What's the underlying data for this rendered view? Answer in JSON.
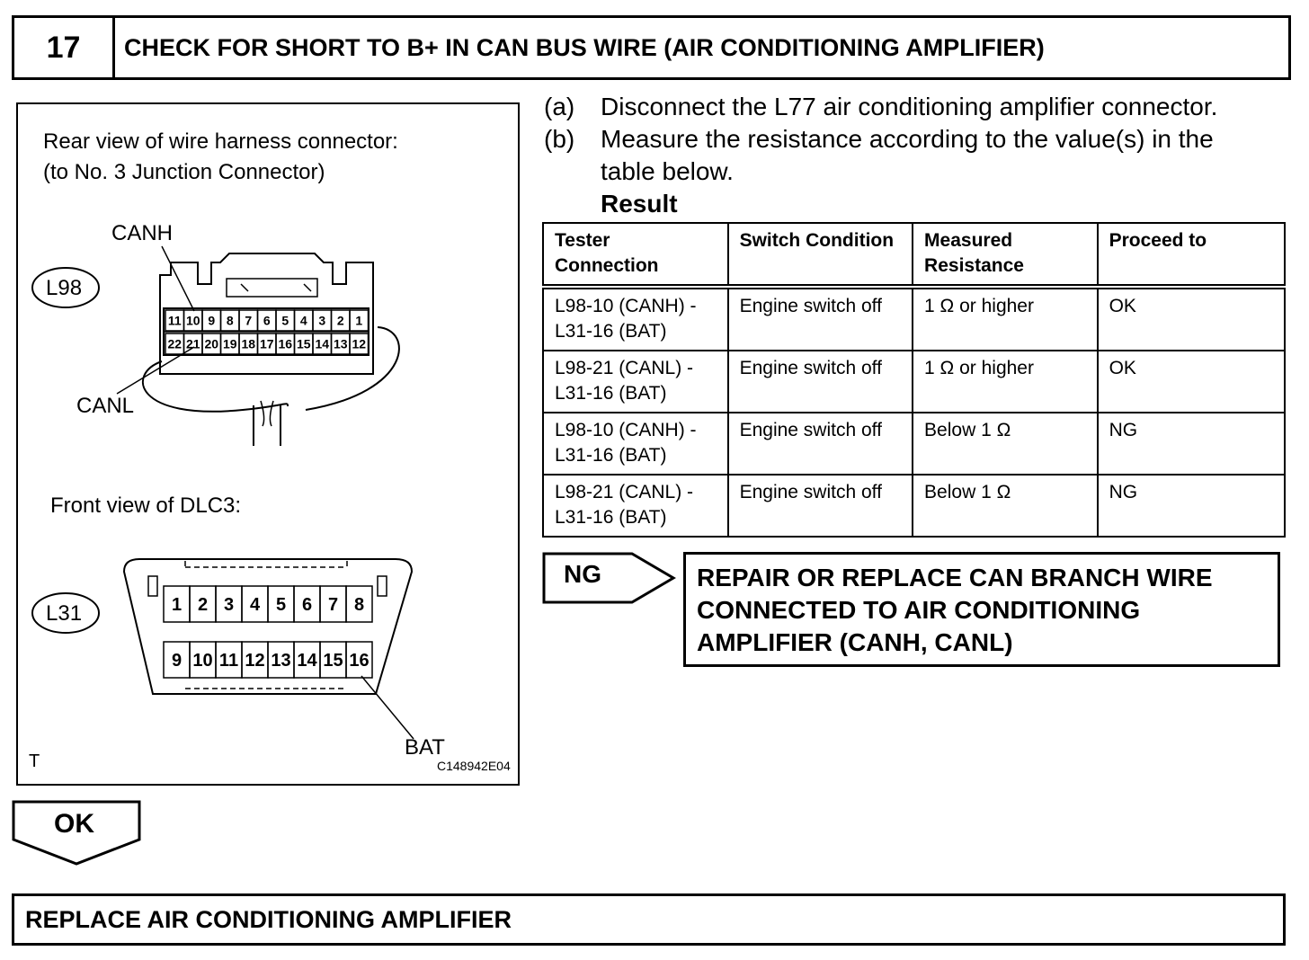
{
  "step": {
    "number": "17",
    "title": "CHECK FOR SHORT TO B+ IN CAN BUS WIRE (AIR CONDITIONING AMPLIFIER)"
  },
  "figure": {
    "harness_caption_line1": "Rear view of wire harness connector:",
    "harness_caption_line2": "(to No. 3 Junction Connector)",
    "harness_connector_id": "L98",
    "canh_label": "CANH",
    "canl_label": "CANL",
    "harness_pins_top": [
      "11",
      "10",
      "9",
      "8",
      "7",
      "6",
      "5",
      "4",
      "3",
      "2",
      "1"
    ],
    "harness_pins_bottom": [
      "22",
      "21",
      "20",
      "19",
      "18",
      "17",
      "16",
      "15",
      "14",
      "13",
      "12"
    ],
    "dlc_caption": "Front view of DLC3:",
    "dlc_connector_id": "L31",
    "dlc_pins_top": [
      "1",
      "2",
      "3",
      "4",
      "5",
      "6",
      "7",
      "8"
    ],
    "dlc_pins_bottom": [
      "9",
      "10",
      "11",
      "12",
      "13",
      "14",
      "15",
      "16"
    ],
    "bat_label": "BAT",
    "corner_mark": "T",
    "figure_code": "C148942E04"
  },
  "instructions": [
    {
      "marker": "(a)",
      "text": "Disconnect the L77 air conditioning amplifier connector."
    },
    {
      "marker": "(b)",
      "text": "Measure the resistance according to the value(s) in the"
    }
  ],
  "instruction_continuation": "table below.",
  "result_heading": "Result",
  "table": {
    "headers": [
      [
        "Tester",
        "Connection"
      ],
      [
        "Switch Condition"
      ],
      [
        "Measured",
        "Resistance"
      ],
      [
        "Proceed to"
      ]
    ],
    "rows": [
      {
        "connection": [
          "L98-10 (CANH) -",
          "L31-16 (BAT)"
        ],
        "condition": "Engine switch off",
        "resistance": "1 Ω or higher",
        "proceed": "OK"
      },
      {
        "connection": [
          "L98-21 (CANL) -",
          "L31-16 (BAT)"
        ],
        "condition": "Engine switch off",
        "resistance": "1 Ω or higher",
        "proceed": "OK"
      },
      {
        "connection": [
          "L98-10 (CANH) -",
          "L31-16 (BAT)"
        ],
        "condition": "Engine switch off",
        "resistance": "Below 1 Ω",
        "proceed": "NG"
      },
      {
        "connection": [
          "L98-21 (CANL) -",
          "L31-16 (BAT)"
        ],
        "condition": "Engine switch off",
        "resistance": "Below 1 Ω",
        "proceed": "NG"
      }
    ]
  },
  "ng_branch": {
    "label": "NG",
    "action_lines": [
      "REPAIR OR REPLACE CAN BRANCH WIRE",
      "CONNECTED TO AIR CONDITIONING",
      "AMPLIFIER (CANH, CANL)"
    ]
  },
  "ok_branch": {
    "label": "OK"
  },
  "final_action": "REPLACE AIR CONDITIONING AMPLIFIER"
}
